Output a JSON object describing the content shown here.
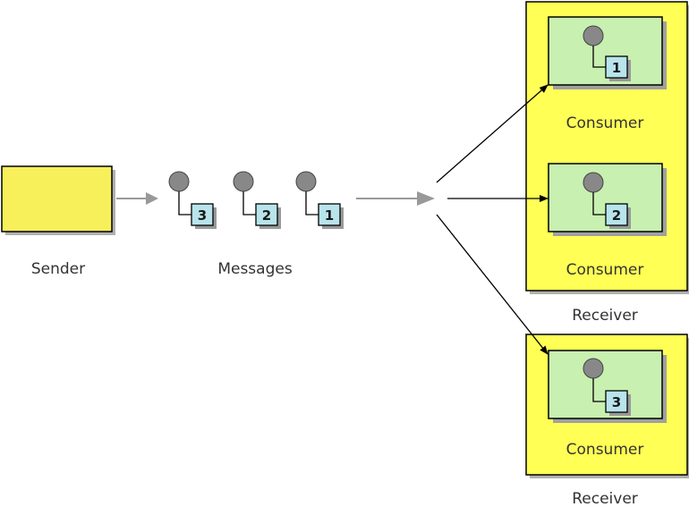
{
  "diagram": {
    "sender_label": "Sender",
    "messages_label": "Messages",
    "messages": [
      "3",
      "2",
      "1"
    ],
    "receivers": [
      {
        "label": "Receiver",
        "consumers": [
          {
            "label": "Consumer",
            "message": "1"
          },
          {
            "label": "Consumer",
            "message": "2"
          }
        ]
      },
      {
        "label": "Receiver",
        "consumers": [
          {
            "label": "Consumer",
            "message": "3"
          }
        ]
      }
    ]
  },
  "colors": {
    "sender_fill": "#f8f05a",
    "receiver_fill": "#ffff55",
    "consumer_fill": "#c8f0b0",
    "token_fill": "#b8e4ec",
    "ball_fill": "#888888",
    "arrow_gray": "#999999",
    "shadow": "#b0b0b0"
  }
}
